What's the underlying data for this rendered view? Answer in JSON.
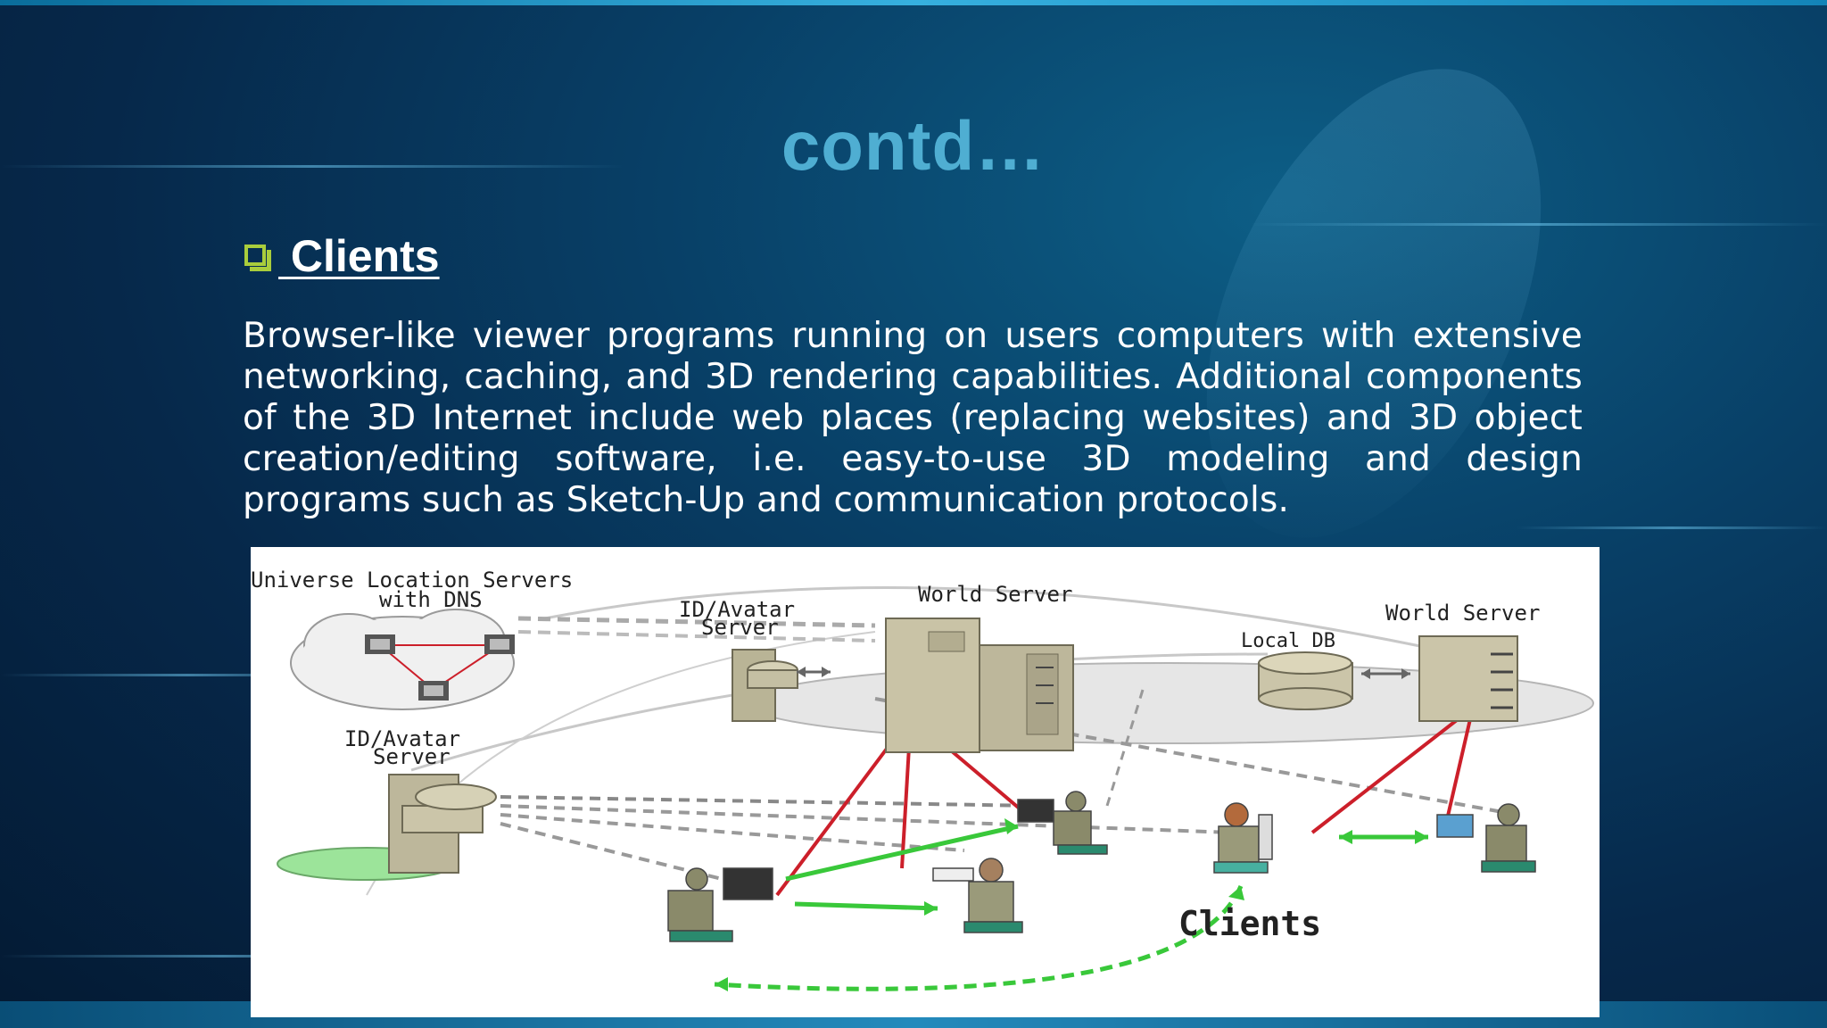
{
  "slide": {
    "title": "contd…",
    "bullet_icon": "checkbox-square-icon",
    "heading": " Clients",
    "paragraph": "Browser-like viewer programs running on users computers with extensive networking, caching, and 3D rendering capabilities. Additional components of the 3D Internet include web places (replacing websites) and 3D object creation/editing software,  i.e. easy-to-use 3D modeling and design programs such as Sketch-Up and communication protocols.",
    "colors": {
      "title": "#4faed2",
      "bullet": "#a9cd3c",
      "text": "#ffffff"
    }
  },
  "diagram": {
    "label_universe": "Universe Location Servers",
    "label_dns": "with DNS",
    "label_idavatar_top_1": "ID/Avatar",
    "label_idavatar_top_2": "Server",
    "label_world_server_center": "World Server",
    "label_local_db": "Local DB",
    "label_world_server_right": "World Server",
    "label_idavatar_left_1": "ID/Avatar",
    "label_idavatar_left_2": "Server",
    "label_clients": "Clients"
  }
}
